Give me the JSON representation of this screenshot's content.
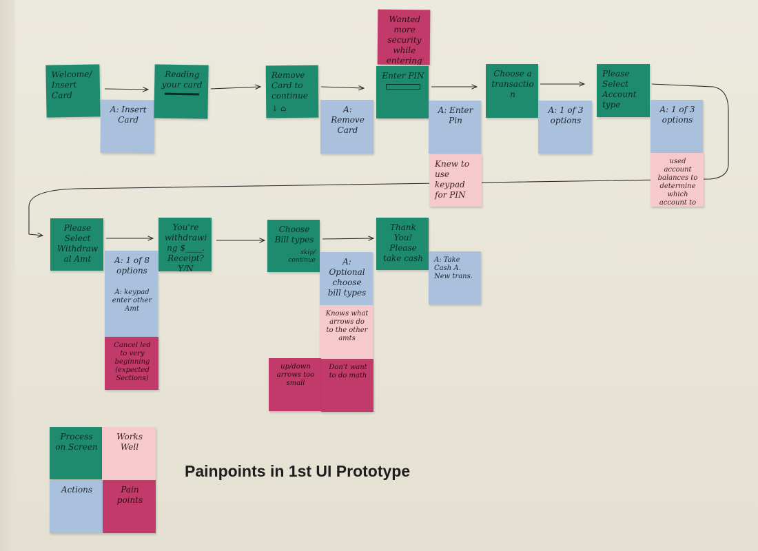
{
  "caption": "Painpoints in 1st UI Prototype",
  "colors": {
    "process": "#1f8b6e",
    "action": "#a9c1dc",
    "works_well": "#f6c9cd",
    "pain_point": "#c23a69",
    "paper": "#e9e6da"
  },
  "row1": {
    "welcome": "Welcome/ Insert Card",
    "welcome_action": "A: Insert Card",
    "reading": "Reading your card",
    "remove": "Remove Card to continue",
    "remove_glyph": "↓ ⌂",
    "remove_action": "A: Remove Card",
    "pin_pain": "Wanted more security while entering PIN",
    "enter_pin": "Enter PIN",
    "enter_pin_action": "A: Enter Pin",
    "pin_works": "Knew to use keypad for PIN",
    "choose_tx": "Choose a transaction",
    "choose_tx_action": "A: 1 of 3 options",
    "account_type": "Please Select Account type",
    "account_type_action": "A: 1 of 3 options",
    "account_works": "used account balances to determine which account to withdraw from"
  },
  "row2": {
    "withdrawal_amt": "Please Select Withdrawal Amt",
    "withdrawal_action1": "A: 1 of 8 options",
    "withdrawal_action2": "A: keypad enter other Amt",
    "withdrawal_pain": "Cancel led to very beginning (expected Sections)",
    "withdrawing": "You're withdrawing $____. Receipt? Y/N",
    "bill_types": "Choose Bill types",
    "bill_types_sub": "skip/ continue",
    "bill_action": "A: Optional choose bill types",
    "bill_works": "Knows what arrows do to the other amts",
    "bill_pain1": "up/down arrows too small",
    "bill_pain2": "Don't want to do math",
    "thank_you": "Thank You! Please take cash",
    "thank_action": "A: Take Cash A. New trans."
  },
  "legend": {
    "process": "Process on Screen",
    "works": "Works Well",
    "actions": "Actions",
    "pain": "Pain points"
  }
}
